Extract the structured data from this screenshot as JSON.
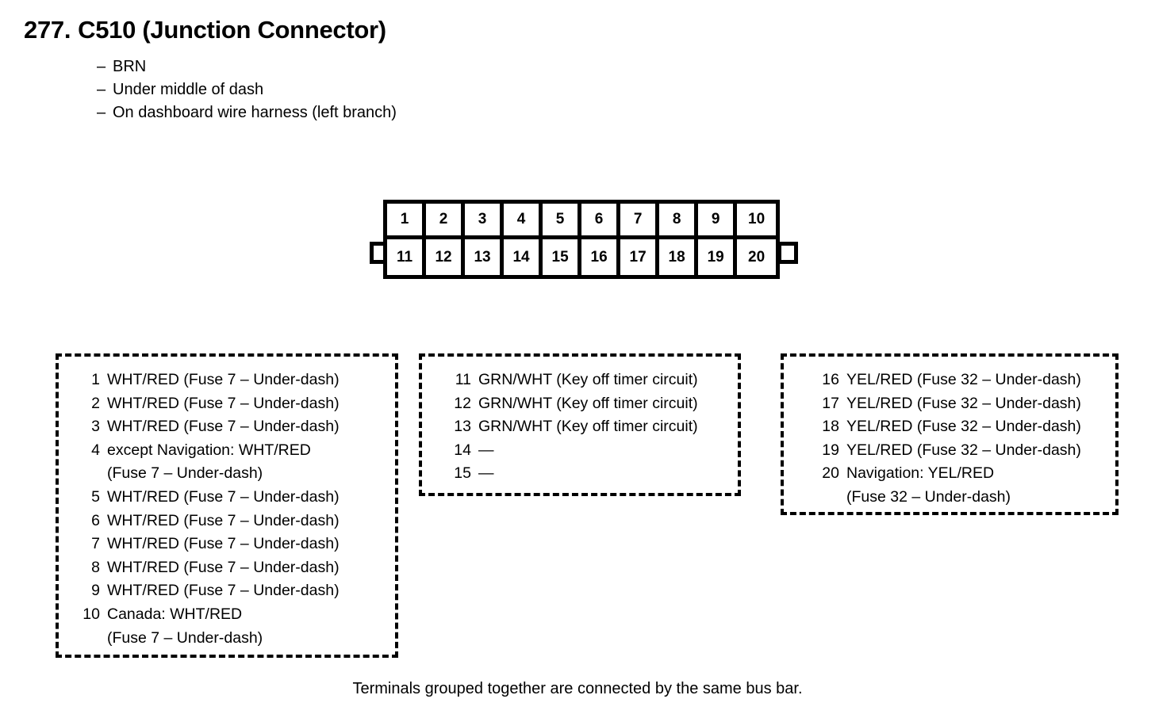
{
  "header": {
    "number": "277.",
    "title": "C510 (Junction Connector)",
    "dash": "–",
    "attributes": [
      "BRN",
      "Under middle of dash",
      "On dashboard wire harness (left branch)"
    ]
  },
  "connector": {
    "top_row": [
      "1",
      "2",
      "3",
      "4",
      "5",
      "6",
      "7",
      "8",
      "9",
      "10"
    ],
    "bottom_row": [
      "11",
      "12",
      "13",
      "14",
      "15",
      "16",
      "17",
      "18",
      "19",
      "20"
    ]
  },
  "groups": [
    {
      "name": "group-1",
      "entries": [
        {
          "no": "1",
          "desc": "WHT/RED (Fuse 7 – Under-dash)"
        },
        {
          "no": "2",
          "desc": "WHT/RED (Fuse 7 – Under-dash)"
        },
        {
          "no": "3",
          "desc": "WHT/RED (Fuse 7 – Under-dash)"
        },
        {
          "no": "4",
          "desc": "except Navigation: WHT/RED",
          "cont": "(Fuse 7 – Under-dash)"
        },
        {
          "no": "5",
          "desc": "WHT/RED (Fuse 7 – Under-dash)"
        },
        {
          "no": "6",
          "desc": "WHT/RED (Fuse 7 – Under-dash)"
        },
        {
          "no": "7",
          "desc": "WHT/RED (Fuse 7 – Under-dash)"
        },
        {
          "no": "8",
          "desc": "WHT/RED (Fuse 7 – Under-dash)"
        },
        {
          "no": "9",
          "desc": "WHT/RED (Fuse 7 – Under-dash)"
        },
        {
          "no": "10",
          "desc": "Canada: WHT/RED",
          "cont": "(Fuse 7 – Under-dash)"
        }
      ]
    },
    {
      "name": "group-2",
      "entries": [
        {
          "no": "11",
          "desc": "GRN/WHT (Key off timer circuit)"
        },
        {
          "no": "12",
          "desc": "GRN/WHT (Key off timer circuit)"
        },
        {
          "no": "13",
          "desc": "GRN/WHT (Key off timer circuit)"
        },
        {
          "no": "14",
          "desc": "—"
        },
        {
          "no": "15",
          "desc": "—"
        }
      ]
    },
    {
      "name": "group-3",
      "entries": [
        {
          "no": "16",
          "desc": "YEL/RED (Fuse 32 – Under-dash)"
        },
        {
          "no": "17",
          "desc": "YEL/RED (Fuse 32 – Under-dash)"
        },
        {
          "no": "18",
          "desc": "YEL/RED (Fuse 32 – Under-dash)"
        },
        {
          "no": "19",
          "desc": "YEL/RED (Fuse 32 – Under-dash)"
        },
        {
          "no": "20",
          "desc": "Navigation: YEL/RED",
          "cont": "(Fuse 32 – Under-dash)"
        }
      ]
    }
  ],
  "footer": {
    "note": "Terminals grouped together are connected by the same bus bar."
  }
}
